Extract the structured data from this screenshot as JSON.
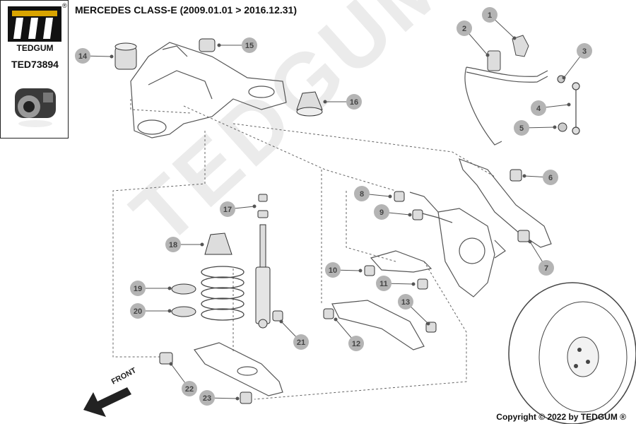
{
  "brand": {
    "name": "TEDGUM",
    "registered_mark": "®",
    "watermark_text": "TEDGUM"
  },
  "product": {
    "code": "TED73894"
  },
  "title": "MERCEDES CLASS-E  (2009.01.01 > 2016.12.31)",
  "copyright": "Copyright © 2022 by TEDGUM ®",
  "direction_label": "FRONT",
  "colors": {
    "callout_fill": "#b4b4b4",
    "callout_text": "#444444",
    "line": "#555555",
    "watermark": "#ebebeb",
    "part_fill": "#dcdcdc"
  },
  "callouts": [
    {
      "n": "1"
    },
    {
      "n": "2"
    },
    {
      "n": "3"
    },
    {
      "n": "4"
    },
    {
      "n": "5"
    },
    {
      "n": "6"
    },
    {
      "n": "7"
    },
    {
      "n": "8"
    },
    {
      "n": "9"
    },
    {
      "n": "10"
    },
    {
      "n": "11"
    },
    {
      "n": "12"
    },
    {
      "n": "13"
    },
    {
      "n": "14"
    },
    {
      "n": "15"
    },
    {
      "n": "16"
    },
    {
      "n": "17"
    },
    {
      "n": "18"
    },
    {
      "n": "19"
    },
    {
      "n": "20"
    },
    {
      "n": "21"
    },
    {
      "n": "22"
    },
    {
      "n": "23"
    }
  ]
}
